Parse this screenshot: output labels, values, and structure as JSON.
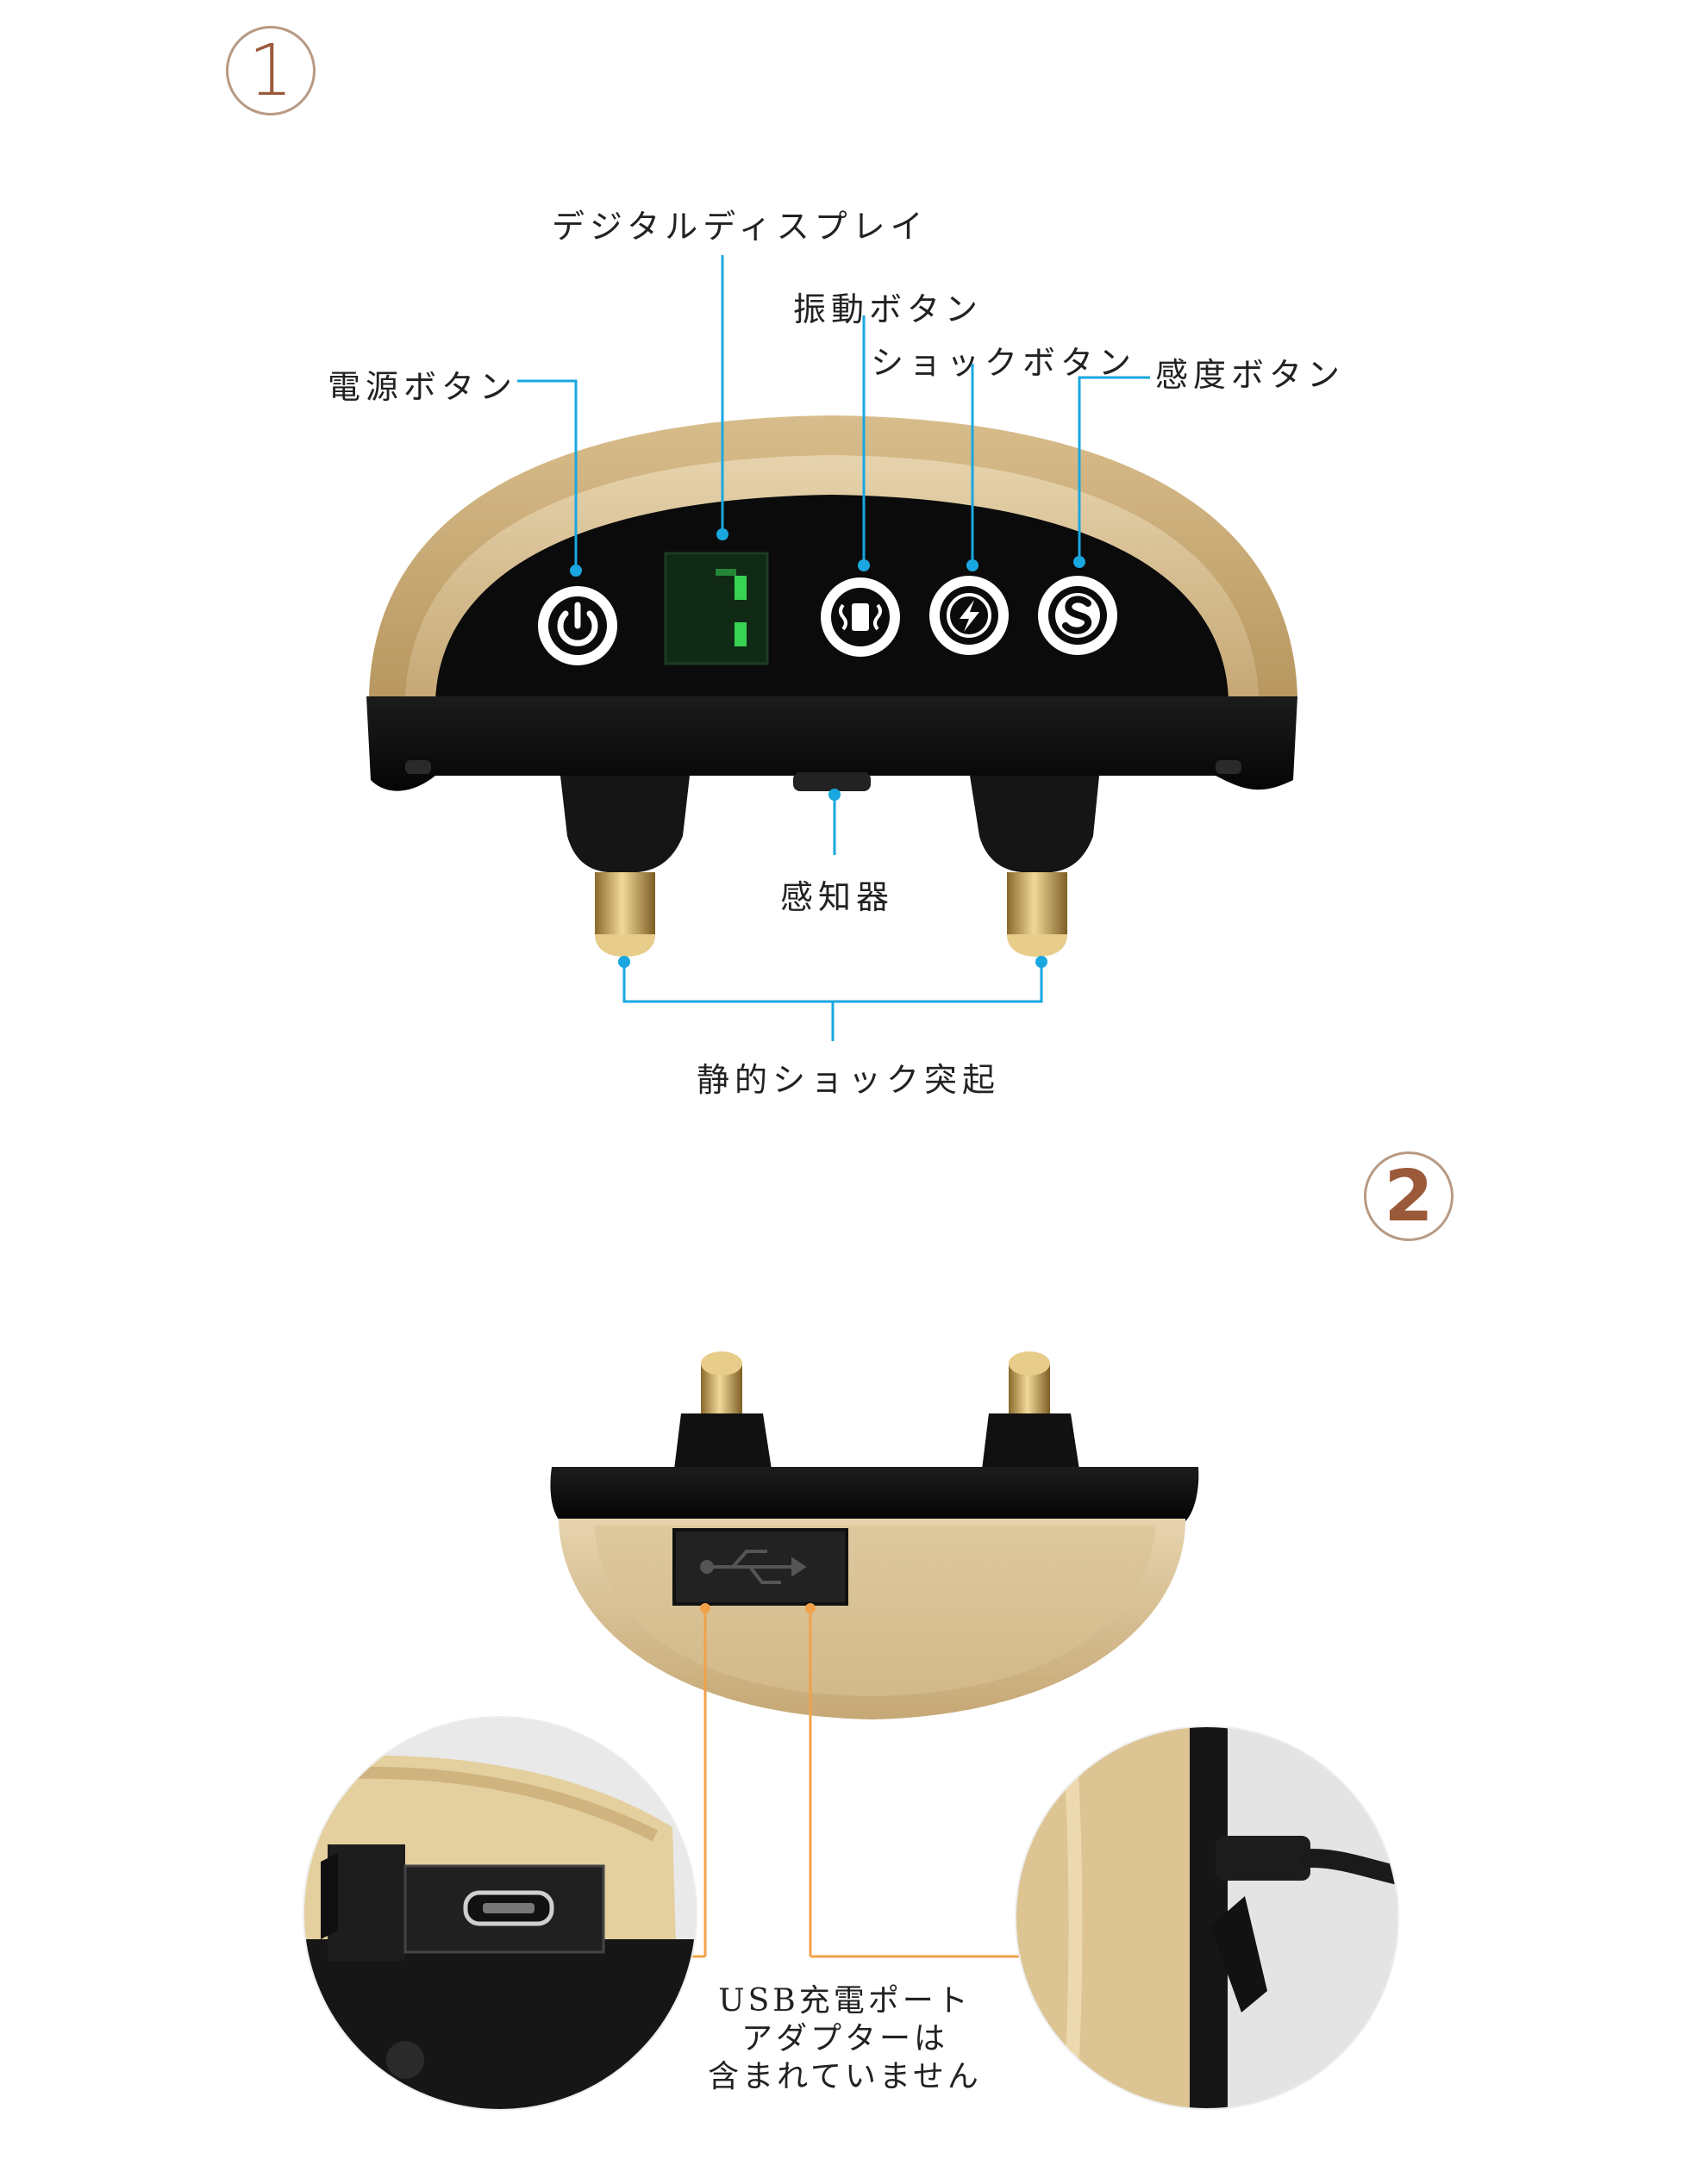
{
  "section1": {
    "number": "1",
    "labels": {
      "display": "デジタルディスプレイ",
      "vibration": "振動ボタン",
      "shock": "ショックボタン",
      "power": "電源ボタン",
      "sensitivity": "感度ボタン",
      "sensor": "感知器",
      "contacts": "静的ショック突起"
    }
  },
  "section2": {
    "number": "2",
    "usb_caption": {
      "line1": "USB充電ポート",
      "line2": "アダプターは",
      "line3": "含まれていません"
    }
  },
  "colors": {
    "callout_blue": "#1aa7e0",
    "callout_orange": "#f0a24a",
    "gold": "#c9a877",
    "gold_light": "#e0c9a0",
    "device_black": "#0c0c0c",
    "display_green": "#39d353"
  },
  "icons": [
    "power-icon",
    "vibration-icon",
    "lightning-icon",
    "s-sensitivity-icon",
    "usb-icon"
  ]
}
